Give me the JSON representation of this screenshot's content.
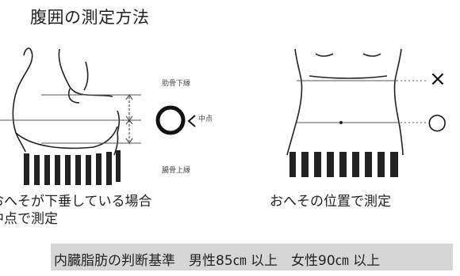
{
  "title": "腹囲の測定方法",
  "left": {
    "label_rib": "肋骨下縁",
    "label_midpoint": "中点",
    "label_iliac": "腸骨上縁",
    "correct_mark": "○",
    "caption_line1": "おへそが下垂している場合",
    "caption_line2": "中点で測定"
  },
  "right": {
    "incorrect_mark": "×",
    "correct_mark": "○",
    "caption": "おへその位置で測定"
  },
  "criteria": "内臓脂肪の判断基準　男性85㎝ 以上　女性90㎝ 以上"
}
